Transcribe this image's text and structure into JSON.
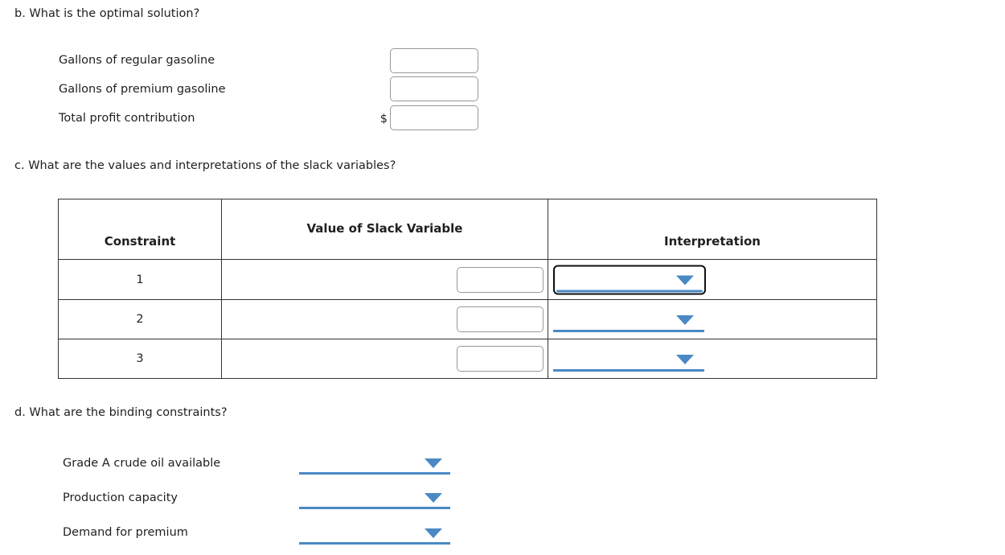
{
  "page": {
    "colors": {
      "accent_blue": "#4a89c4",
      "focus_border": "#0f0f0f",
      "table_border": "#333333",
      "input_border": "#999999",
      "text": "#1f1f1f"
    }
  },
  "section_b": {
    "heading": "b. What is the optimal solution?",
    "fields": [
      {
        "label": "Gallons of regular gasoline",
        "value": "",
        "prefix": ""
      },
      {
        "label": "Gallons of premium gasoline",
        "value": "",
        "prefix": ""
      },
      {
        "label": "Total profit contribution",
        "value": "",
        "prefix": "$"
      }
    ]
  },
  "section_c": {
    "heading": "c. What are the values and interpretations of the slack variables?",
    "table": {
      "columns": [
        "Constraint",
        "Value of Slack Variable",
        "Interpretation"
      ],
      "rows": [
        {
          "constraint": "1",
          "slack_value": "",
          "interpretation_selected": ""
        },
        {
          "constraint": "2",
          "slack_value": "",
          "interpretation_selected": ""
        },
        {
          "constraint": "3",
          "slack_value": "",
          "interpretation_selected": ""
        }
      ]
    }
  },
  "section_d": {
    "heading": "d. What are the binding constraints?",
    "fields": [
      {
        "label": "Grade A crude oil available",
        "selected": ""
      },
      {
        "label": "Production capacity",
        "selected": ""
      },
      {
        "label": "Demand for premium",
        "selected": ""
      }
    ]
  }
}
